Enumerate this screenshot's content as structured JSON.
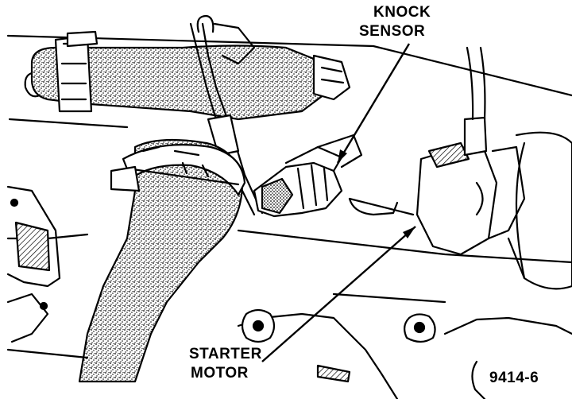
{
  "labels": {
    "knock_sensor_line1": "KNOCK",
    "knock_sensor_line2": "SENSOR",
    "starter_motor_line1": "STARTER",
    "starter_motor_line2": "MOTOR",
    "figure_number": "9414-6"
  },
  "colors": {
    "ink": "#000000",
    "paper": "#ffffff"
  }
}
